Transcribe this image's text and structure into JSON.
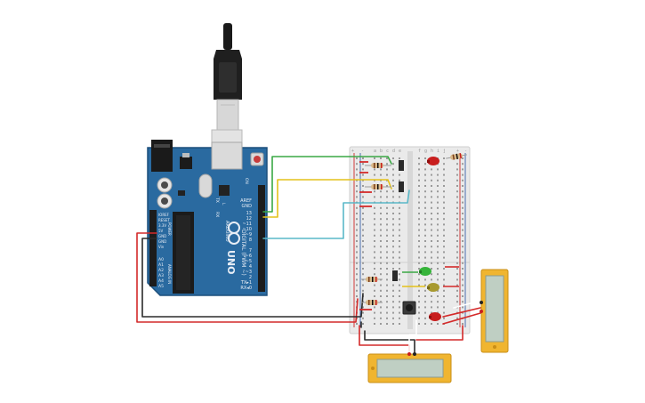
{
  "colors": {
    "board": "#2a6aa0",
    "board_edge": "#1c4f7c",
    "breadboard": "#eaeaea",
    "rail_red": "#d33b3b",
    "rail_blue": "#4a6fb0",
    "wire_green": "#3aa845",
    "wire_yellow": "#e4c21a",
    "wire_cyan": "#5ab8c8",
    "wire_red": "#d42a2a",
    "wire_black": "#2b2b2b",
    "multimeter": "#f0b530",
    "led_red": "#c81e1e",
    "led_green": "#36b43a",
    "led_yellow": "#a89a30"
  },
  "board": {
    "logo_text": "UNO",
    "brand_text": "ARDUINO",
    "digital_label": "DIGITAL (PWM ~)",
    "analog_label": "ANALOG IN",
    "power_label": "POWER",
    "tx_label": "TX",
    "rx_label": "RX",
    "l_label": "L",
    "on_label": "ON",
    "aref_label": "AREF",
    "gnd_label": "GND",
    "header_top_pins": [
      "13",
      "12",
      "~11",
      "~10",
      "~9",
      "8"
    ],
    "header_bottom_pins": [
      "7",
      "~6",
      "~5",
      "4",
      "~3",
      "2",
      "TX▸1",
      "RX◂0"
    ],
    "power_pins": [
      "IOREF",
      "RESET",
      "3.3V",
      "5V",
      "GND",
      "GND",
      "Vin"
    ],
    "analog_pins": [
      "A0",
      "A1",
      "A2",
      "A3",
      "A4",
      "A5"
    ]
  },
  "breadboard": {
    "col_letters_left": [
      "a",
      "b",
      "c",
      "d",
      "e"
    ],
    "col_letters_right": [
      "f",
      "g",
      "h",
      "i",
      "j"
    ],
    "rail_plus": "+",
    "rail_minus": "-"
  }
}
